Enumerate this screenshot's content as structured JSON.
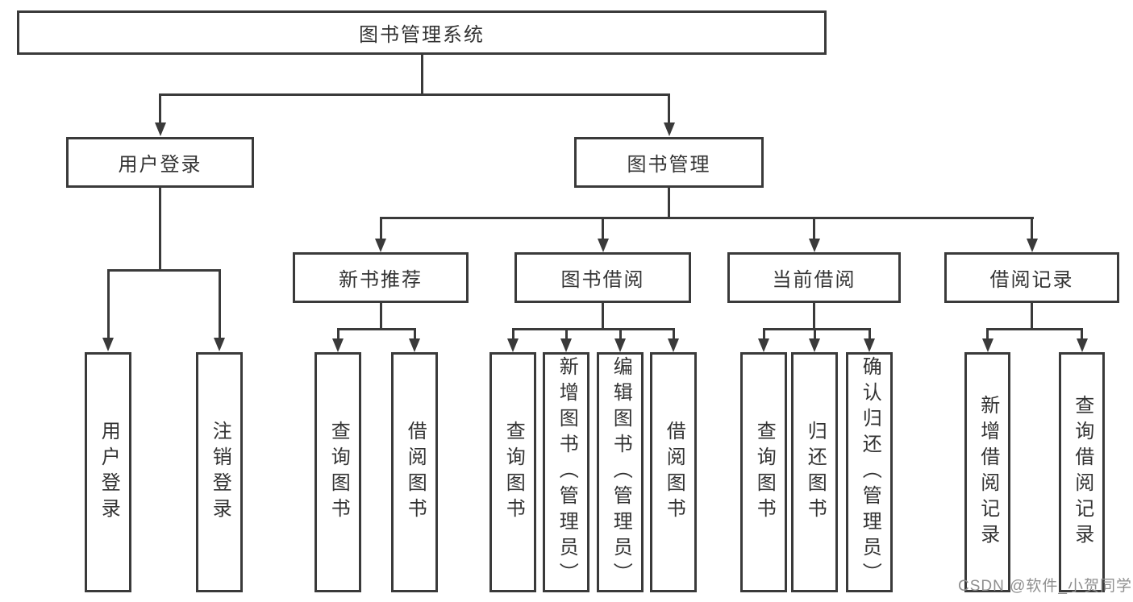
{
  "diagram": {
    "root": {
      "label": "图书管理系统"
    },
    "level2": [
      {
        "label": "用户登录"
      },
      {
        "label": "图书管理"
      }
    ],
    "level3": [
      {
        "label": "新书推荐"
      },
      {
        "label": "图书借阅"
      },
      {
        "label": "当前借阅"
      },
      {
        "label": "借阅记录"
      }
    ],
    "leaves": [
      {
        "group": "user-login",
        "label": "用户登录"
      },
      {
        "group": "user-login",
        "label": "注销登录"
      },
      {
        "group": "new-book-recommend",
        "label": "查询图书"
      },
      {
        "group": "new-book-recommend",
        "label": "借阅图书"
      },
      {
        "group": "book-borrowing",
        "label": "查询图书"
      },
      {
        "group": "book-borrowing",
        "label": "新增图书（管理员）"
      },
      {
        "group": "book-borrowing",
        "label": "编辑图书（管理员）"
      },
      {
        "group": "book-borrowing",
        "label": "借阅图书"
      },
      {
        "group": "current-borrowing",
        "label": "查询图书"
      },
      {
        "group": "current-borrowing",
        "label": "归还图书"
      },
      {
        "group": "current-borrowing",
        "label": "确认归还（管理员）"
      },
      {
        "group": "borrowing-records",
        "label": "新增借阅记录"
      },
      {
        "group": "borrowing-records",
        "label": "查询借阅记录"
      }
    ]
  },
  "watermark": {
    "text": "CSDN @软件_小贺同学"
  },
  "colors": {
    "line": "#3a3a3a",
    "text": "#333333",
    "box_background": "#ffffff",
    "watermark": "#8f8f8f",
    "background": "#ffffff"
  }
}
